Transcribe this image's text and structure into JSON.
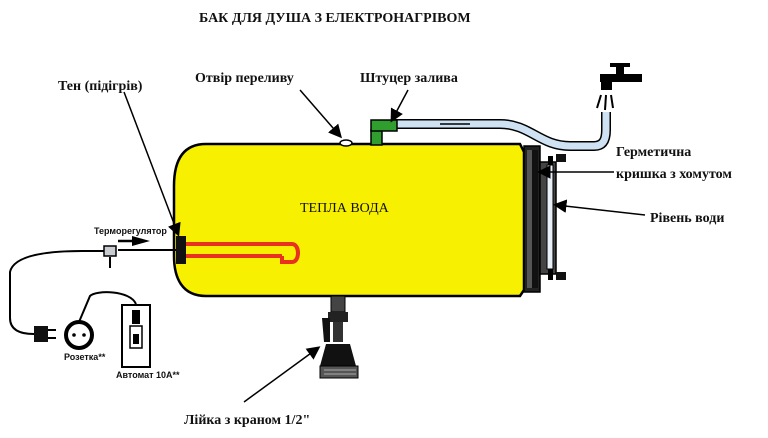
{
  "title": "БАК ДЛЯ ДУША З ЕЛЕКТРОНАГРІВОМ",
  "labels": {
    "heater": "Тен (підігрів)",
    "overflow": "Отвір переливу",
    "fill_fitting": "Штуцер залива",
    "lid_line1": "Герметична",
    "lid_line2": "кришка з хомутом",
    "water_level": "Рівень води",
    "warm_water": "ТЕПЛА ВОДА",
    "thermostat": "Терморегулятор",
    "socket": "Розетка**",
    "breaker": "Автомат 10А**",
    "shower_head": "Лійка з краном 1/2\""
  },
  "colors": {
    "tank": "#f7f000",
    "heater_element": "#e8311e",
    "fitting": "#2f9e2f",
    "pipe": "#cfe2f3",
    "outline": "#000000"
  },
  "icons": [
    "faucet-icon",
    "socket-icon",
    "breaker-icon",
    "plug-icon",
    "shower-head-icon"
  ]
}
